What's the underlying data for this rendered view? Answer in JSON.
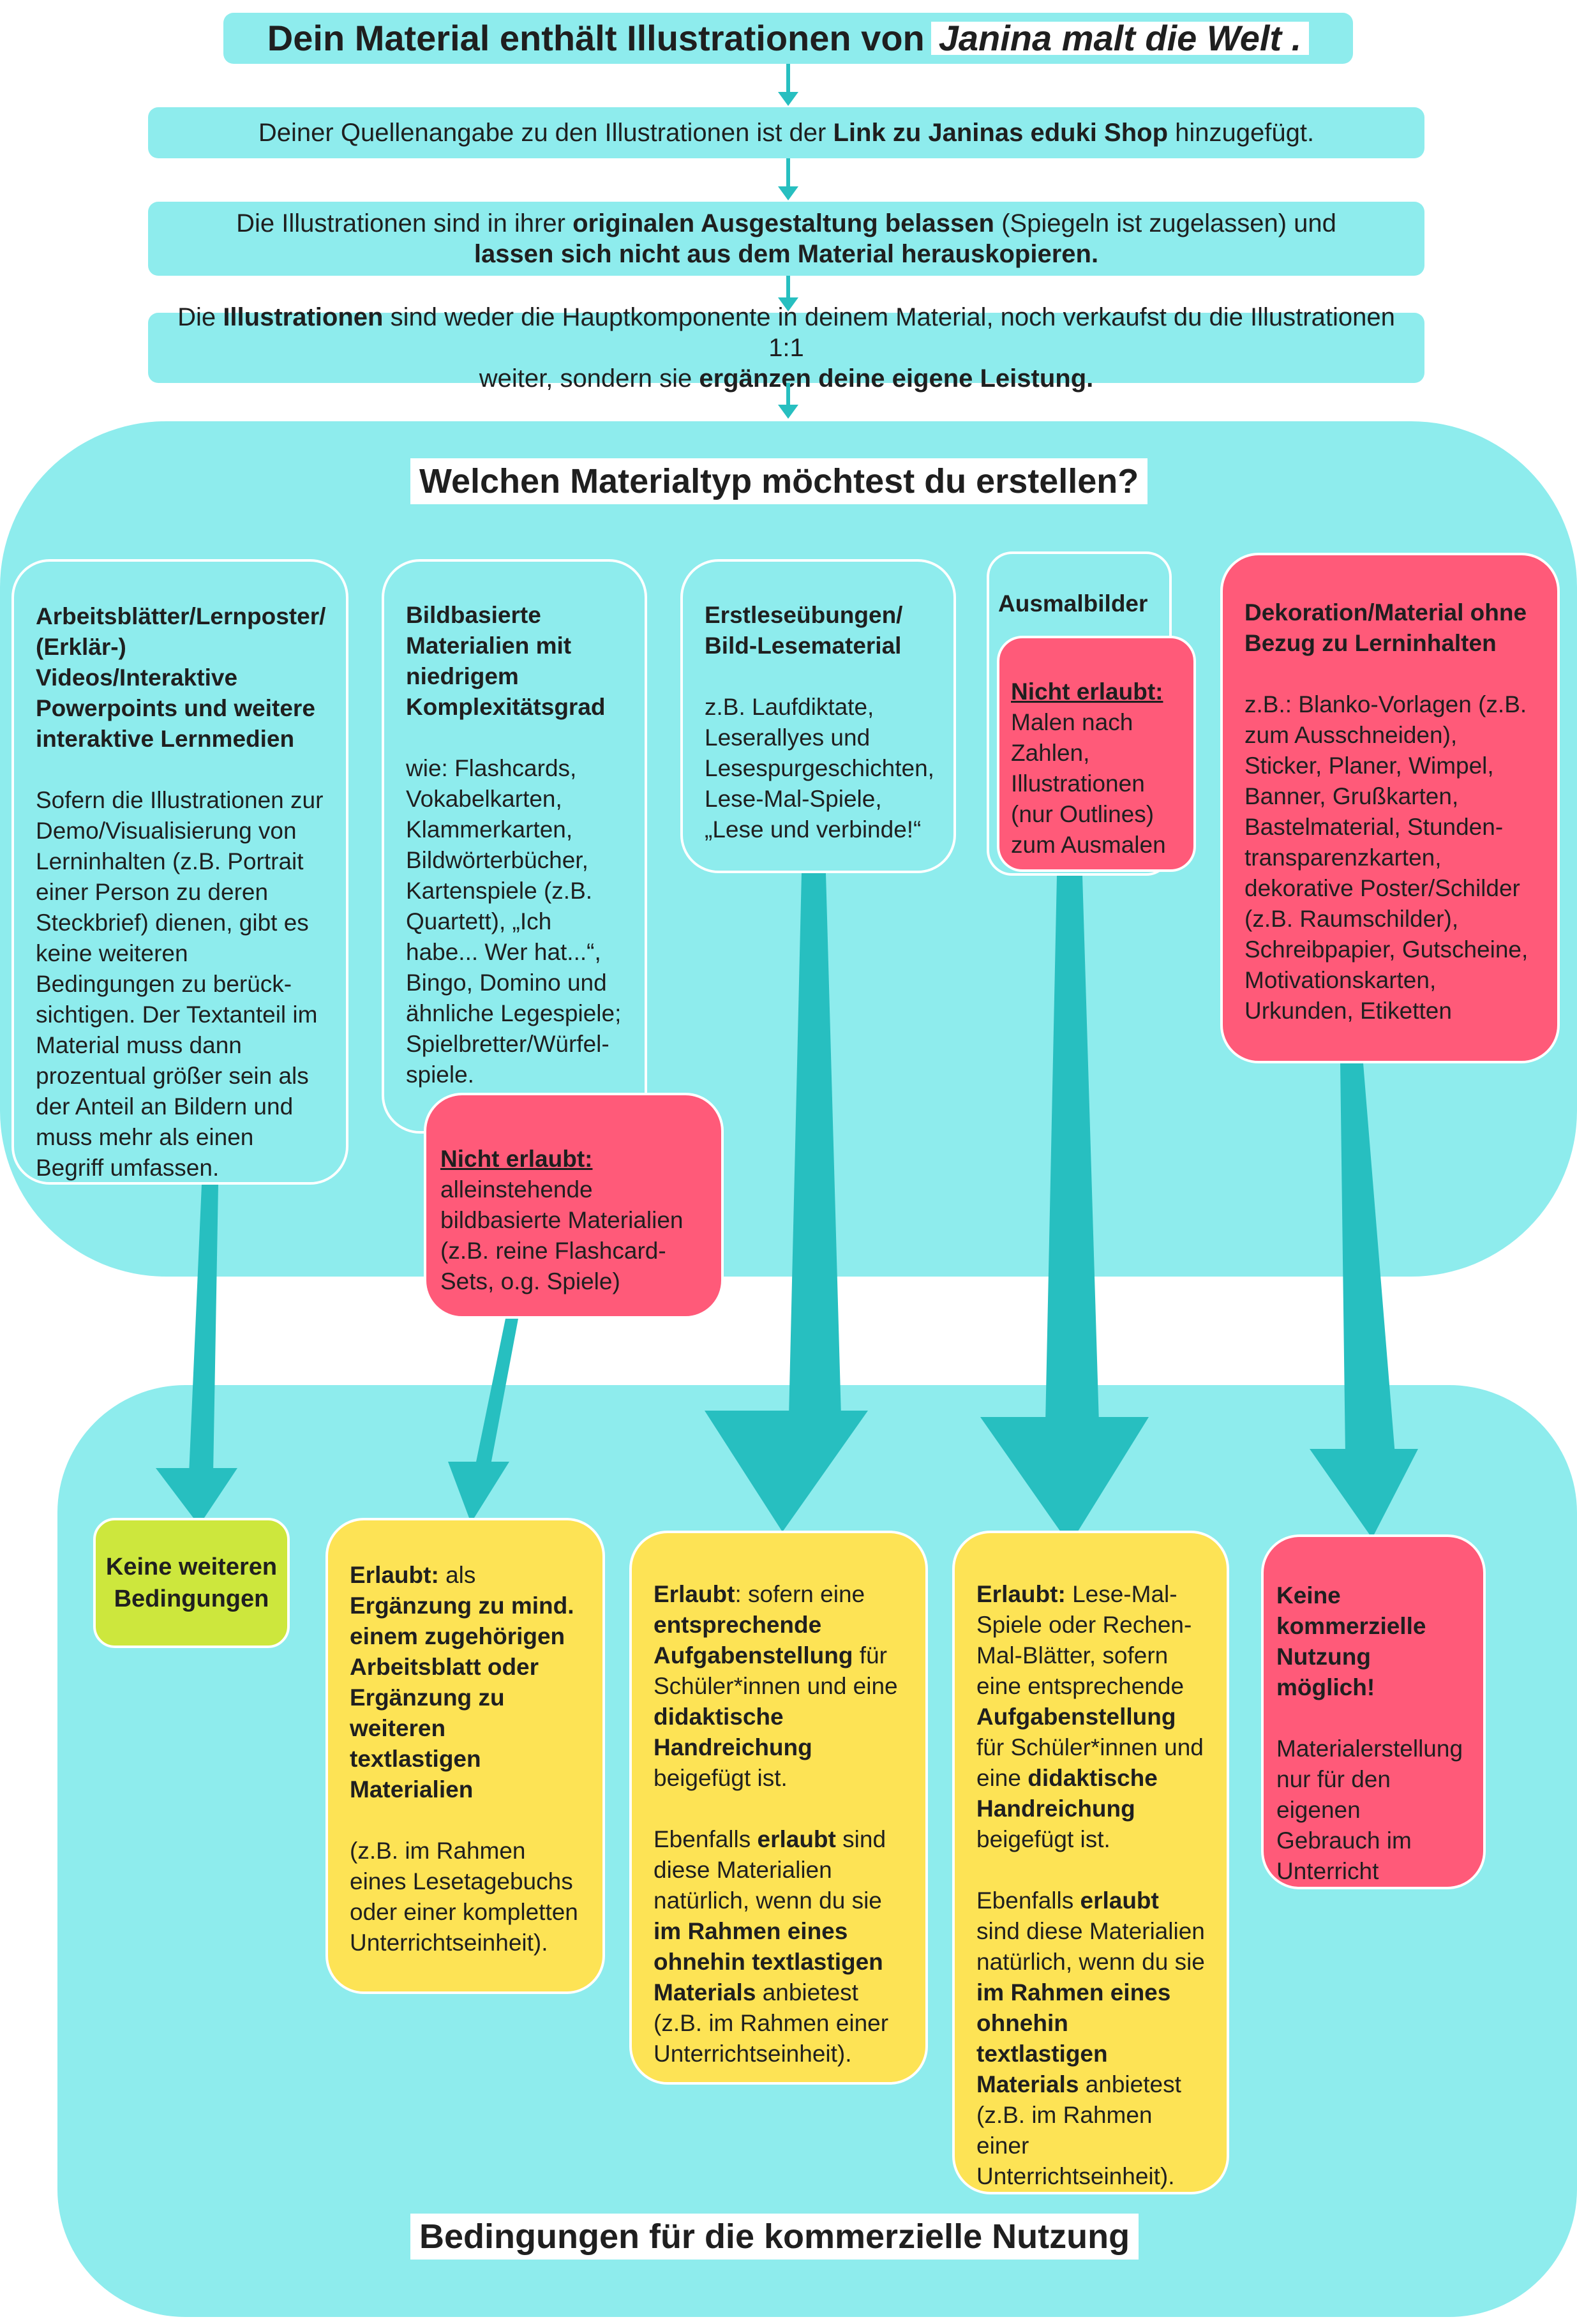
{
  "colors": {
    "cyan": "#8eeced",
    "teal_arrow": "#27bfc0",
    "pink": "#ff5a79",
    "yellow": "#fde355",
    "green": "#cde73d"
  },
  "top": {
    "title_prefix": "Dein Material enthält Illustrationen von",
    "title_highlight": "Janina malt die Welt .",
    "step1_a": "Deiner Quellenangabe zu den Illustrationen ist der",
    "step1_b": "Link zu Janinas eduki Shop",
    "step1_c": "hinzugefügt.",
    "step2_a": "Die Illustrationen sind in ihrer",
    "step2_b": "originalen Ausgestaltung belassen",
    "step2_c": "(Spiegeln ist zugelassen) und",
    "step2_d": "lassen sich nicht aus dem Material herauskopieren.",
    "step3_a": "Die",
    "step3_b": "Illustrationen",
    "step3_c": "sind weder die Hauptkomponente in deinem Material, noch verkaufst du die Illustrationen 1:1",
    "step3_d": "weiter, sondern sie",
    "step3_e": "ergänzen deine eigene Leistung."
  },
  "question": "Welchen Materialtyp möchtest du erstellen?",
  "types": {
    "t1_title": "Arbeitsblätter/Lernposter/ (Erklär-) Videos/Interaktive Powerpoints und weitere interaktive Lernmedien",
    "t1_body": "Sofern die Illustrationen zur Demo/Visualisierung von Lerninhalten (z.B. Portrait einer Person zu deren Steckbrief) dienen, gibt es keine weiteren Bedingungen zu berück-sichtigen. Der Textanteil im Material muss dann prozentual größer sein als der Anteil an Bildern und muss mehr als einen Begriff umfassen.",
    "t2_title": "Bildbasierte Materialien mit niedrigem Komplexitätsgrad",
    "t2_body": "wie: Flashcards, Vokabelkarten, Klammerkarten, Bildwörterbücher, Kartenspiele (z.B. Quartett), „Ich habe... Wer hat...“, Bingo, Domino und ähnliche Legespiele; Spielbretter/Würfel-spiele.",
    "t2_forbidden_label": "Nicht erlaubt:",
    "t2_forbidden": "alleinstehende bildbasierte Materialien (z.B. reine Flashcard-Sets, o.g. Spiele)",
    "t3_title": "Erstleseübungen/ Bild-Lesematerial",
    "t3_body": "z.B. Laufdiktate, Leserallyes und Lesespurgeschichten, Lese-Mal-Spiele, „Lese und verbinde!“",
    "t4_title": "Ausmalbilder",
    "t4_forbidden_label": "Nicht erlaubt:",
    "t4_forbidden": "Malen nach Zahlen, Illustrationen (nur Outlines) zum Ausmalen",
    "t5_title": "Dekoration/Material ohne Bezug zu Lerninhalten",
    "t5_body": "z.B.: Blanko-Vorlagen (z.B. zum Ausschneiden), Sticker, Planer, Wimpel, Banner, Grußkarten, Bastelmaterial, Stunden-transparenzkarten, dekorative Poster/Schilder (z.B. Raumschilder), Schreibpapier, Gutscheine, Motivationskarten, Urkunden, Etiketten"
  },
  "conditions": {
    "c1": "Keine weiteren Bedingungen",
    "c2_label": "Erlaubt:",
    "c2_a": "als",
    "c2_b": "Ergänzung zu mind. einem zugehörigen Arbeitsblatt oder Ergänzung zu weiteren textlastigen Materialien",
    "c2_c": "(z.B. im Rahmen eines Lesetagebuchs oder einer kompletten Unterrichtseinheit).",
    "c3_label": "Erlaubt",
    "c3_a": ": sofern eine",
    "c3_b": "entsprechende Aufgabenstellung",
    "c3_c": "für Schüler*innen und eine",
    "c3_d": "didaktische Handreichung",
    "c3_e": "beigefügt ist.",
    "c3_f": "Ebenfalls",
    "c3_g": "erlaubt",
    "c3_h": "sind diese Materialien natürlich, wenn du sie",
    "c3_i": "im Rahmen eines ohnehin textlastigen Materials",
    "c3_j": "anbietest (z.B. im Rahmen einer Unterrichtseinheit).",
    "c4_label": "Erlaubt:",
    "c4_a": "Lese-Mal-Spiele oder Rechen-Mal-Blätter, sofern eine entsprechende",
    "c4_b": "Aufgabenstellung",
    "c4_c": "für Schüler*innen und eine",
    "c4_d": "didaktische Handreichung",
    "c4_e": "beigefügt ist.",
    "c4_f": "Ebenfalls",
    "c4_g": "erlaubt",
    "c4_h": "sind diese Materialien natürlich, wenn du sie",
    "c4_i": "im Rahmen eines ohnehin textlastigen Materials",
    "c4_j": "anbietest (z.B. im Rahmen einer Unterrichtseinheit).",
    "c5_title": "Keine kommerzielle Nutzung möglich!",
    "c5_body": "Materialerstellung nur für den eigenen Gebrauch im Unterricht gestattet."
  },
  "footer": "Bedingungen für die kommerzielle Nutzung"
}
